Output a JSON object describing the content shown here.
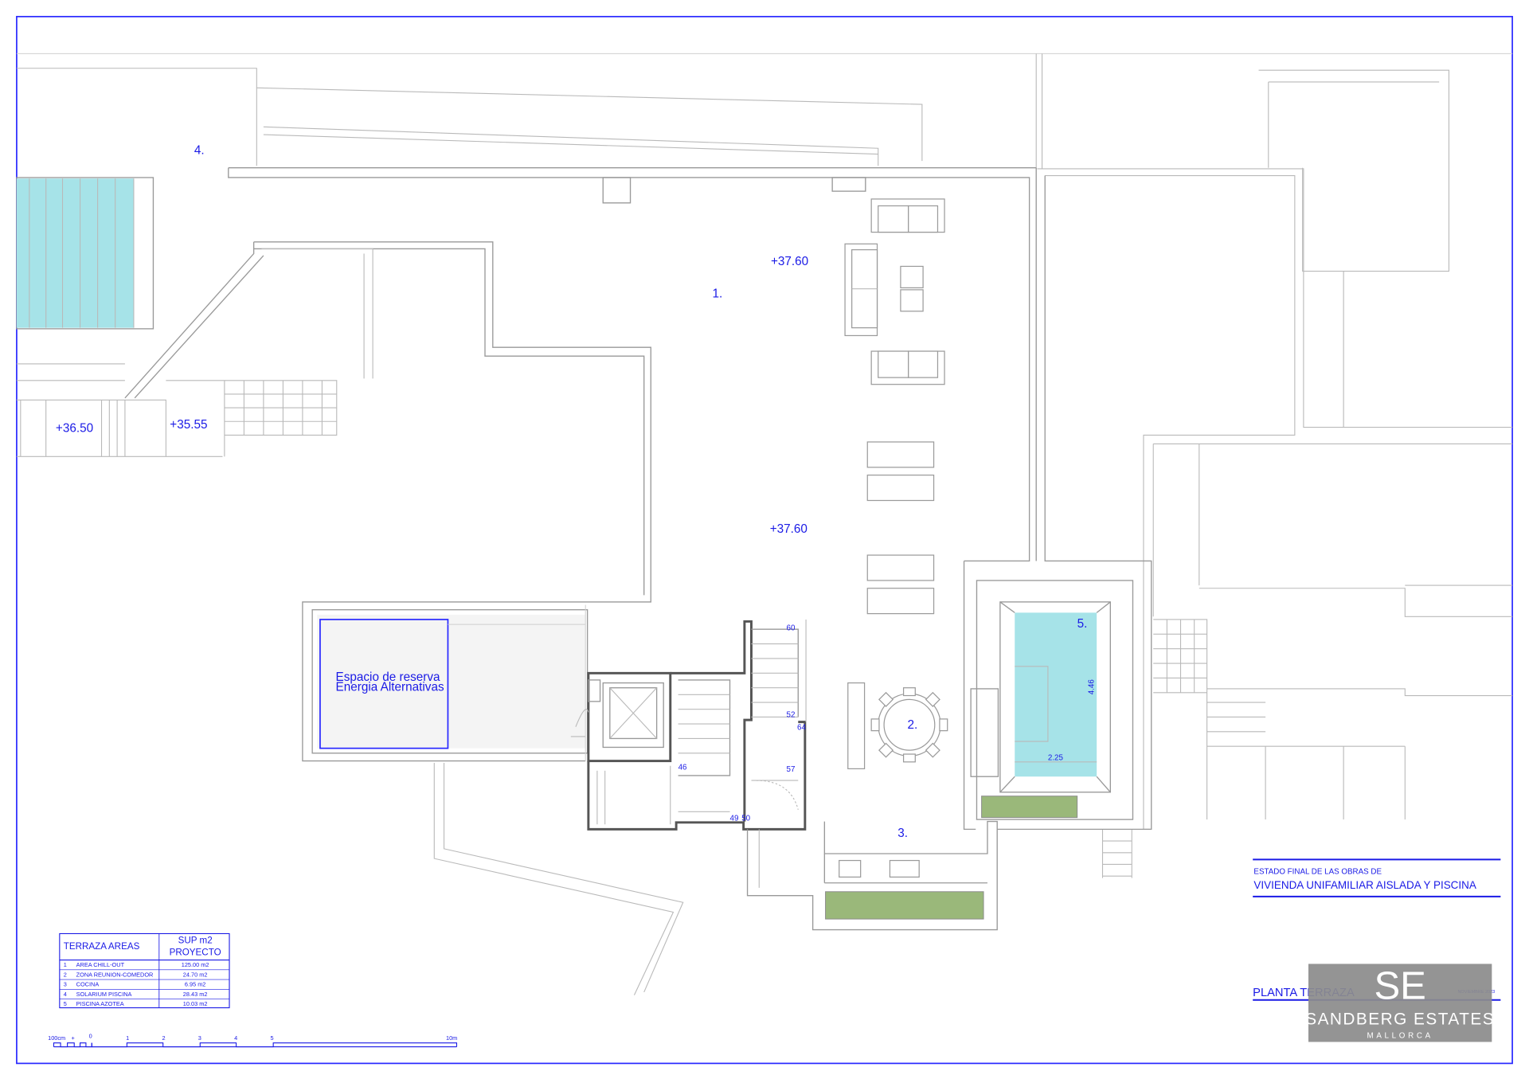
{
  "plan": {
    "levels": {
      "upper_1": "+37.60",
      "upper_2": "+37.60",
      "lower_1": "+36.50",
      "lower_2": "+35.55"
    },
    "area_markers": {
      "m1": "1.",
      "m2": "2.",
      "m3": "3.",
      "m4": "4.",
      "m5": "5."
    },
    "reserve_space": {
      "line1": "Espacio de reserva",
      "line2": "Energia Alternativas"
    },
    "pool_dims": {
      "width": "2.25",
      "length": "4.46"
    },
    "stair_dims": [
      "60",
      "52",
      "57",
      "46",
      "49",
      "50",
      "64"
    ]
  },
  "area_table": {
    "header_col1": "TERRAZA AREAS",
    "header_col2_line1": "SUP m2",
    "header_col2_line2": "PROYECTO",
    "rows": [
      {
        "num": "1",
        "name": "AREA CHILL-OUT",
        "area": "125.00 m2"
      },
      {
        "num": "2",
        "name": "ZONA REUNION-COMEDOR",
        "area": "24.70 m2"
      },
      {
        "num": "3",
        "name": "COCINA",
        "area": "6.95 m2"
      },
      {
        "num": "4",
        "name": "SOLARIUM PISCINA",
        "area": "28.43 m2"
      },
      {
        "num": "5",
        "name": "PISCINA  AZOTEA",
        "area": "10.03 m2"
      }
    ]
  },
  "scale_bar": {
    "unit_small": "100cm",
    "unit_mark": "+",
    "ticks": [
      "0",
      "1",
      "2",
      "3",
      "4",
      "5",
      "10m"
    ]
  },
  "title_block": {
    "line1": "ESTADO FINAL DE LAS OBRAS DE",
    "line2": "VIVIENDA UNIFAMILIAR AISLADA Y PISCINA",
    "sheet_name": "PLANTA TERRAZA",
    "date": "NOVIEMBRE 2023"
  },
  "logo": {
    "monogram": "SE",
    "name": "SANDBERG ESTATES",
    "location": "MALLORCA"
  },
  "colors": {
    "line_blue": "#1a1ae6",
    "pool_water": "#a6e3e8",
    "planter_green": "#9ab87a",
    "logo_bg": "#8c8c8c"
  }
}
